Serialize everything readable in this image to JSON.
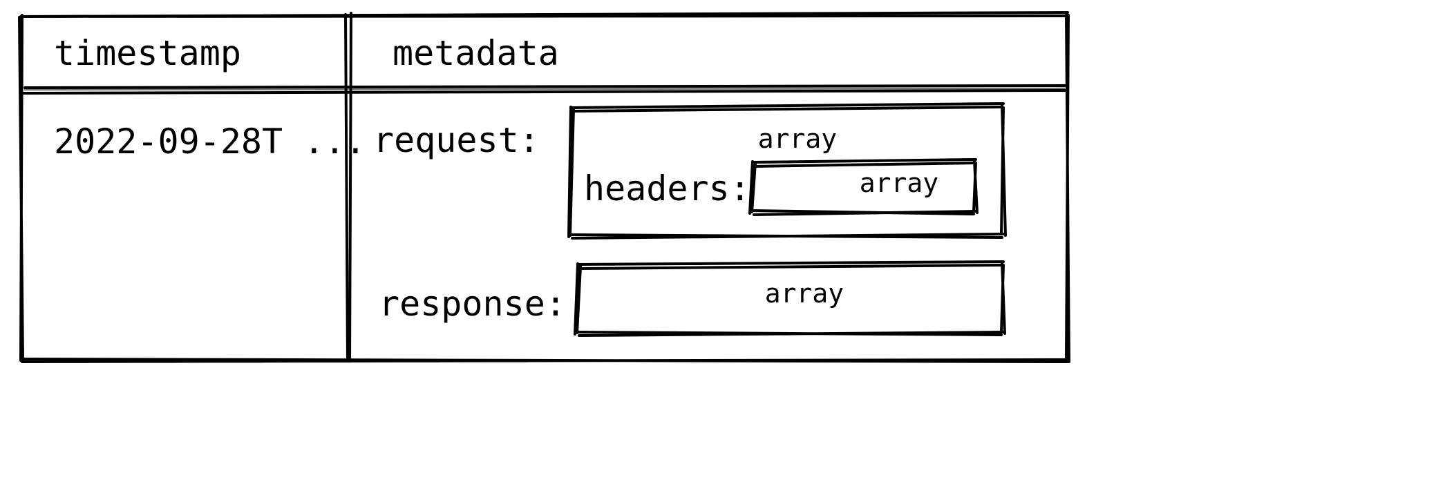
{
  "diagram": {
    "kind": "schema-table",
    "style": "hand-drawn-sketch",
    "stroke_color": "#000000",
    "background_color": "#ffffff",
    "columns": [
      {
        "name": "timestamp",
        "label": "timestamp"
      },
      {
        "name": "metadata",
        "label": "metadata"
      }
    ],
    "row": {
      "timestamp": {
        "value": "2022-09-28T ..."
      },
      "metadata": {
        "fields": [
          {
            "key": "request",
            "label": "request:",
            "type": "array",
            "children": [
              {
                "key": "headers",
                "label": "headers:",
                "type": "array"
              }
            ]
          },
          {
            "key": "response",
            "label": "response:",
            "type": "array",
            "children": []
          }
        ]
      }
    }
  }
}
